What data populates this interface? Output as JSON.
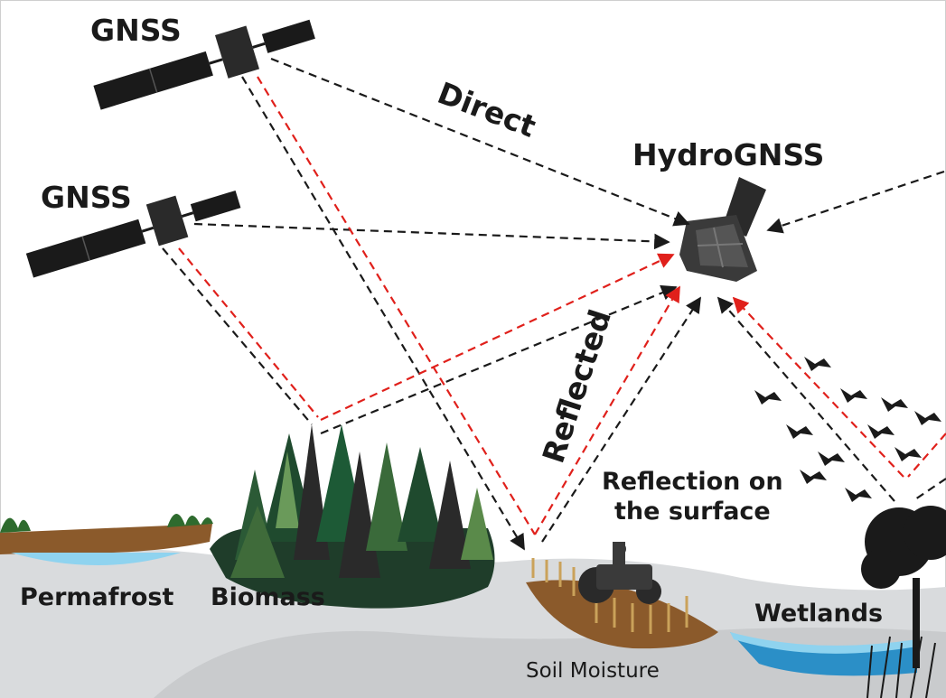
{
  "labels": {
    "gnss_top": "GNSS",
    "gnss_mid": "GNSS",
    "hydrognss": "HydroGNSS",
    "direct": "Direct",
    "reflected": "Reflected",
    "reflection_line1": "Reflection on",
    "reflection_line2": "the surface",
    "permafrost": "Permafrost",
    "biomass": "Biomass",
    "soil_moisture": "Soil Moisture",
    "wetlands": "Wetlands"
  },
  "colors": {
    "direct_signal": "#1a1a1a",
    "reflected_signal": "#e0201b",
    "ground": "#d7d9db",
    "water": "#8fd3ef",
    "soil": "#8b5a2b",
    "forest": "#1f3d2a"
  }
}
